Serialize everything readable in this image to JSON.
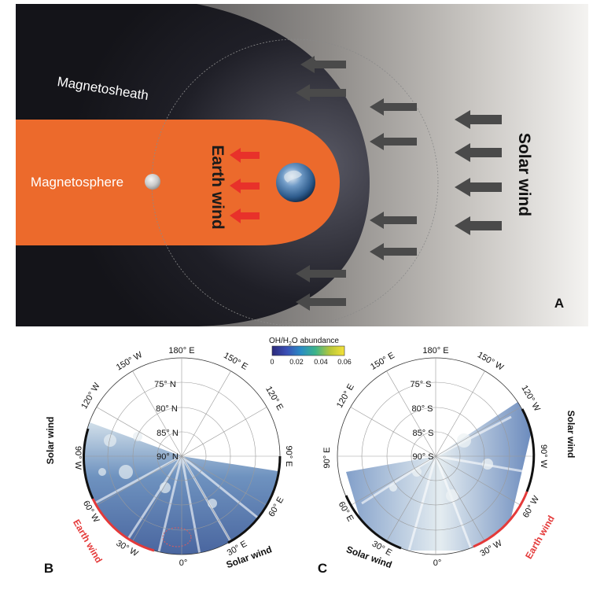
{
  "panel_a": {
    "labels": {
      "magnetosheath": "Magnetosheath",
      "magnetosphere": "Magnetosphere",
      "earth_wind": "Earth wind",
      "solar_wind": "Solar wind"
    },
    "panel_letter": "A",
    "colors": {
      "magnetosphere": "#ec6a2c",
      "sheath": "#1b1b22",
      "earth_wind_arrow": "#e8312a",
      "solar_wind_arrow": "#4a4a4a"
    }
  },
  "colorbar": {
    "title": "OH/H",
    "title_sub": "2",
    "title_end": "O abundance",
    "ticks": [
      "0",
      "0.02",
      "0.04",
      "0.06"
    ]
  },
  "panel_b": {
    "panel_letter": "B",
    "lon_labels": [
      "180° E",
      "150° W",
      "150° E",
      "120° W",
      "120° E",
      "90° W",
      "90° E",
      "60° W",
      "60° E",
      "30° W",
      "30° E",
      "0°"
    ],
    "lat_labels": [
      "75° N",
      "80° N",
      "85° N",
      "90° N"
    ],
    "side_labels": {
      "solar_wind_left": "Solar wind",
      "earth_wind": "Earth wind",
      "solar_wind_right": "Solar wind"
    }
  },
  "panel_c": {
    "panel_letter": "C",
    "lon_labels": [
      "180° E",
      "150° E",
      "150° W",
      "120° E",
      "120° W",
      "90° E",
      "90° W",
      "60° E",
      "60° W",
      "30° E",
      "30° W",
      "0°"
    ],
    "lat_labels": [
      "75° S",
      "80° S",
      "85° S",
      "90° S"
    ],
    "side_labels": {
      "solar_wind_right": "Solar wind",
      "earth_wind": "Earth wind",
      "solar_wind_left": "Solar wind"
    }
  }
}
